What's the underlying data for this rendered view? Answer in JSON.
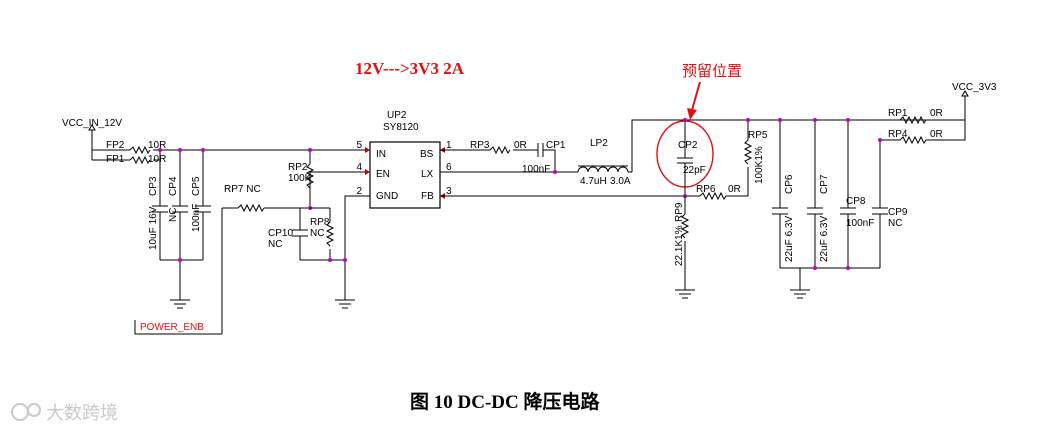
{
  "title": "12V--->3V3 2A",
  "note": "预留位置",
  "caption": "图 10 DC-DC  降压电路",
  "watermark": "大数跨境",
  "nets": {
    "vin": "VCC_IN_12V",
    "vout": "VCC_3V3",
    "enable": "POWER_ENB"
  },
  "ic": {
    "ref": "UP2",
    "part": "SY8120",
    "pins": [
      {
        "num": "5",
        "name": "IN"
      },
      {
        "num": "4",
        "name": "EN"
      },
      {
        "num": "2",
        "name": "GND"
      },
      {
        "num": "1",
        "name": "BS"
      },
      {
        "num": "6",
        "name": "LX"
      },
      {
        "num": "3",
        "name": "FB"
      }
    ]
  },
  "components": {
    "FP2": {
      "ref": "FP2",
      "val": "10R"
    },
    "FP1": {
      "ref": "FP1",
      "val": "10R"
    },
    "CP3": {
      "ref": "CP3",
      "val": "10uF 16V"
    },
    "CP4": {
      "ref": "CP4",
      "val": "NC"
    },
    "CP5": {
      "ref": "CP5",
      "val": "100nF"
    },
    "RP7": {
      "ref": "RP7 NC"
    },
    "RP2": {
      "ref": "RP2",
      "val": "100K"
    },
    "RP8": {
      "ref": "RP8",
      "val": "NC"
    },
    "CP10": {
      "ref": "CP10",
      "val": "NC"
    },
    "RP3": {
      "ref": "RP3",
      "val": "0R"
    },
    "CP1": {
      "ref": "CP1",
      "val": "100nF"
    },
    "LP2": {
      "ref": "LP2",
      "val": "4.7uH",
      "val2": "3.0A"
    },
    "CP2": {
      "ref": "CP2",
      "val": "22pF"
    },
    "RP5": {
      "ref": "RP5",
      "val": "100K1%"
    },
    "RP6": {
      "ref": "RP6",
      "val": "0R"
    },
    "RP9": {
      "ref": "RP9",
      "val": "22.1K1%"
    },
    "CP6": {
      "ref": "CP6",
      "val": "22uF 6.3V"
    },
    "CP7": {
      "ref": "CP7",
      "val": "22uF 6.3V"
    },
    "CP8": {
      "ref": "CP8",
      "val": "100nF"
    },
    "CP9": {
      "ref": "CP9",
      "val": "NC"
    },
    "RP1": {
      "ref": "RP1",
      "val": "0R"
    },
    "RP4": {
      "ref": "RP4",
      "val": "0R"
    }
  }
}
